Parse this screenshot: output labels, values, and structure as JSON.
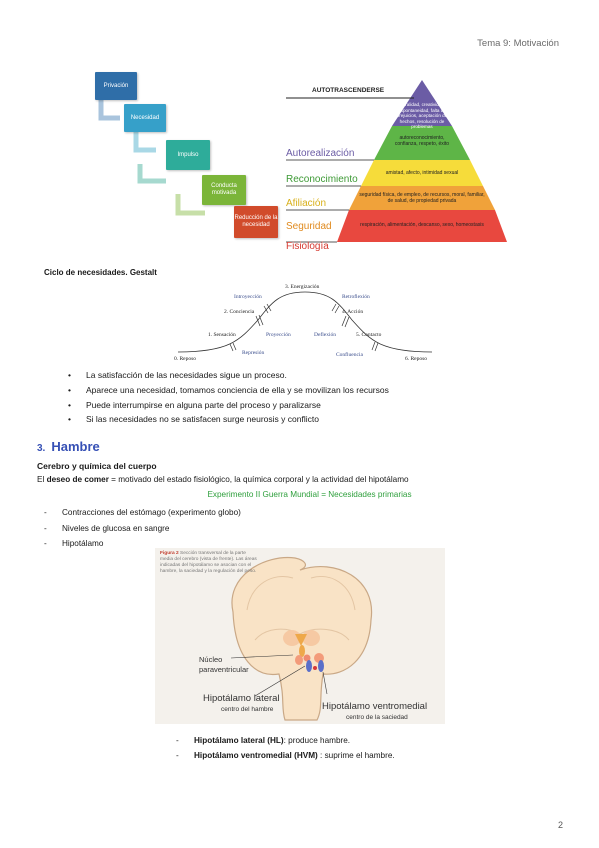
{
  "header": {
    "title": "Tema 9: Motivación"
  },
  "needs_flow": {
    "steps": [
      "Privación",
      "Necesidad",
      "Impulso",
      "Conducta motivada",
      "Reducción de la necesidad"
    ],
    "colors": [
      "#2f6ea8",
      "#36a0c9",
      "#2eac9a",
      "#7bb539",
      "#d14b2b"
    ],
    "caption": "Ciclo de necesidades. Gestalt"
  },
  "pyramid": {
    "top_label": "AUTOTRASCENDERSE",
    "levels": [
      {
        "label": "Autorealización",
        "text": "moralidad, creatividad, espontaneidad, falta de prejuicios, aceptación de hechos, resolución de problemas",
        "color": "#6b5ca5",
        "label_color": "#6b5ca5"
      },
      {
        "label": "Reconocimiento",
        "text": "autoreconocimiento, confianza, respeto, éxito",
        "color": "#5eb547",
        "label_color": "#3e9a36"
      },
      {
        "label": "Afiliación",
        "text": "amistad, afecto, intimidad sexual",
        "color": "#f6dc3a",
        "label_color": "#d8b019"
      },
      {
        "label": "Seguridad",
        "text": "seguridad física, de empleo, de recursos, moral, familiar, de salud, de propiedad privada",
        "color": "#f0a23a",
        "label_color": "#e08a1e"
      },
      {
        "label": "Fisiología",
        "text": "respiración, alimentación, descanso, sexo, homeostasis",
        "color": "#e8483f",
        "label_color": "#d63a31"
      }
    ]
  },
  "gestalt_cycle": {
    "labels": {
      "energizacion": "3. Energización",
      "conciencia": "2. Conciencia",
      "accion": "4. Acción",
      "sensacion": "1. Sensación",
      "contacto": "5. Contacto",
      "reposo0": "0. Reposo",
      "reposo6": "6. Reposo"
    },
    "interruptions": {
      "introyeccion": "Introyección",
      "retroflexion": "Retroflexión",
      "proyeccion": "Proyección",
      "deflexion": "Deflexión",
      "represion": "Represión",
      "confluencia": "Confluencia"
    }
  },
  "bullets": [
    "La satisfacción de las necesidades sigue un proceso.",
    "Aparece una necesidad, tomamos conciencia de ella y se movilizan los recursos",
    "Puede interrumpirse en alguna parte del proceso y paralizarse",
    "Si las necesidades no se satisfacen surge neurosis y conflicto"
  ],
  "section": {
    "number": "3.",
    "title": "Hambre"
  },
  "subheading": "Cerebro y química del cuerpo",
  "paragraph": {
    "pre": "El ",
    "bold": "deseo de comer",
    "post": " = motivado del estado fisiológico, la química corporal y la actividad del hipotálamo"
  },
  "green_line": "Experimento II Guerra Mundial = Necesidades primarias",
  "dash_list": [
    "Contracciones del estómago (experimento globo)",
    "Niveles de glucosa en sangre",
    "Hipotálamo"
  ],
  "figure": {
    "caption_label": "Figura 2",
    "caption_text": " Sección transversal de la parte media del cerebro (vista de frente). Las áreas indicadas del hipotálamo se asocian con el hambre, la saciedad y la regulación del peso.",
    "nucleo_line1": "Núcleo",
    "nucleo_line2": "paraventricular",
    "lateral_title": "Hipotálamo lateral",
    "lateral_sub": "centro del hambre",
    "ventromedial_title": "Hipotálamo ventromedial",
    "ventromedial_sub": "centro de la saciedad"
  },
  "bottom_list": [
    {
      "bold": "Hipotálamo lateral (HL)",
      "text": ": produce hambre."
    },
    {
      "bold": "Hipotálamo ventromedial (HVM)",
      "text": " : suprime el hambre."
    }
  ],
  "page_number": "2"
}
